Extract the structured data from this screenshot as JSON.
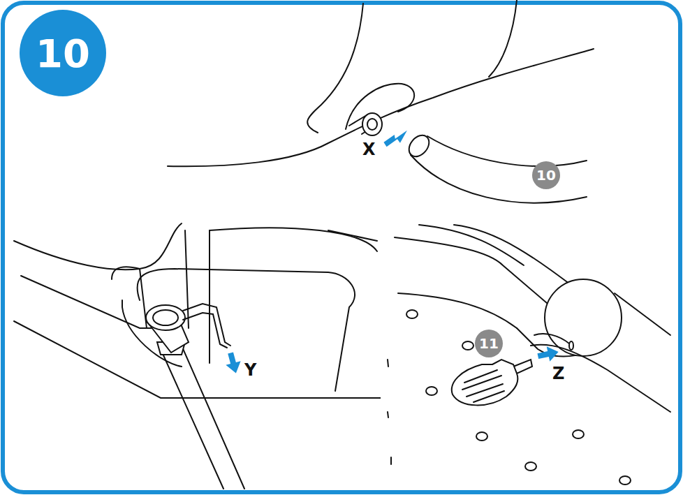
{
  "diagram": {
    "nodes": [
      {
        "text": [
          "10"
        ]
      },
      {
        "text": [
          "10"
        ]
      },
      {
        "text": [
          "11"
        ]
      }
    ],
    "labels": [
      "X",
      "Y",
      "Z"
    ]
  }
}
